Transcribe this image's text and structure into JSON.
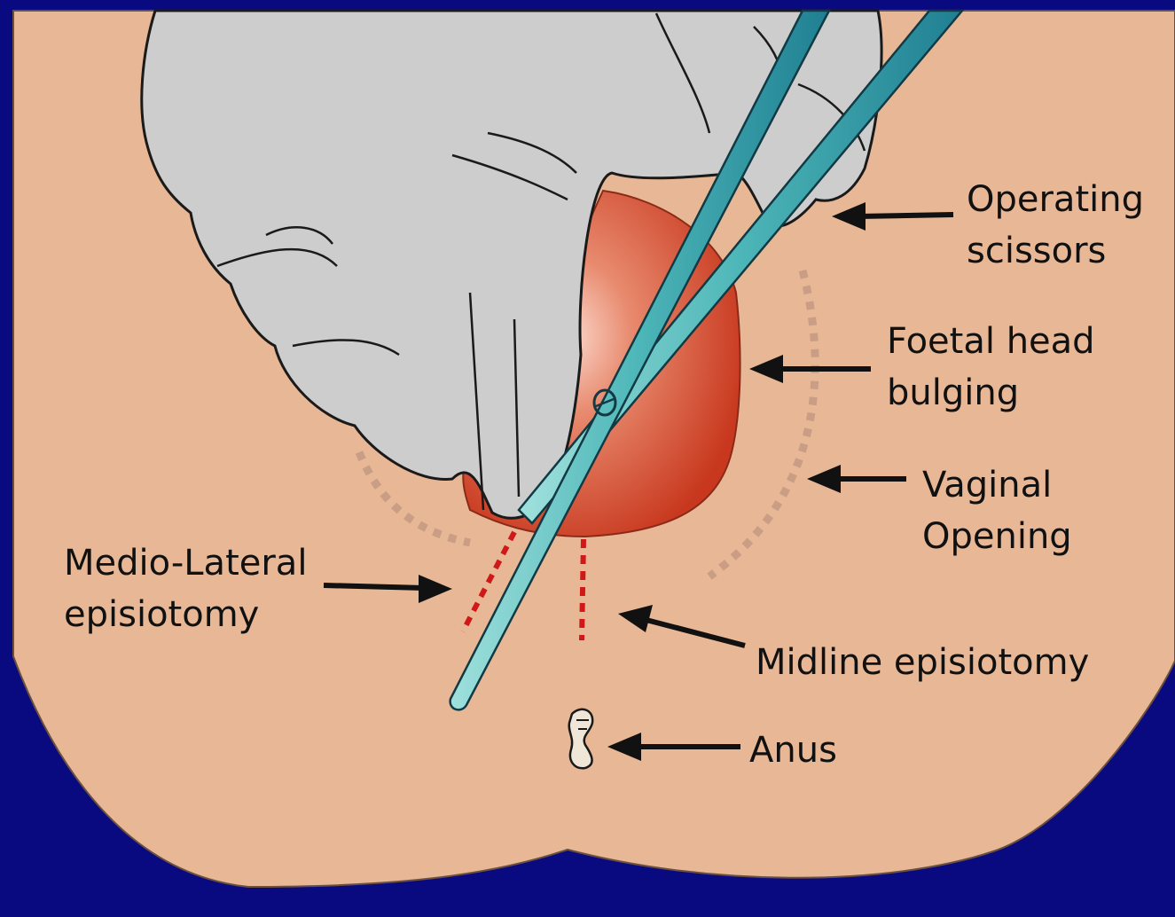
{
  "colors": {
    "background": "#0a0a80",
    "skin": "#e8b896",
    "glove": "#cdcdcd",
    "head": "#d0482c",
    "scissors": "#49b3b6",
    "dotted_outline": "#c99e84",
    "incision": "#d01818",
    "arrow": "#111111"
  },
  "labels": {
    "operating_scissors": {
      "line1": "Operating",
      "line2": "scissors"
    },
    "foetal_head": {
      "line1": "Foetal head",
      "line2": "bulging"
    },
    "vaginal_opening": {
      "line1": "Vaginal",
      "line2": "Opening"
    },
    "mediolateral": {
      "line1": "Medio-Lateral",
      "line2": "episiotomy"
    },
    "midline": "Midline episiotomy",
    "anus": "Anus"
  },
  "icons": [
    "glove-hand",
    "scissors",
    "arrow-left",
    "anus-icon"
  ]
}
